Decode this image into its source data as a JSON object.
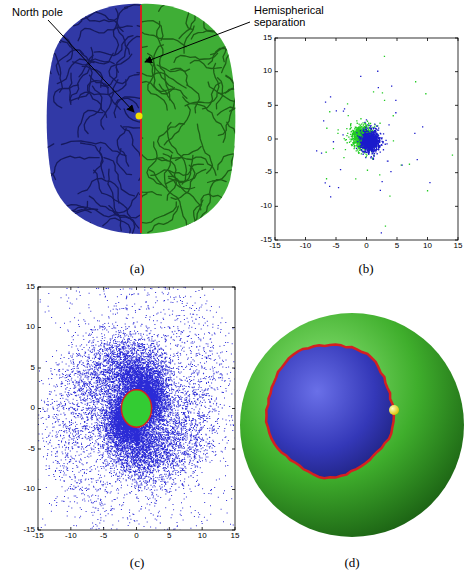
{
  "diagram": {
    "labels": [
      "North pole",
      "Hemispherical separation",
      "(a)",
      "(b)",
      "15",
      "10",
      "5",
      "0",
      "-5",
      "-10",
      "-15",
      "-15",
      "-10",
      "-5",
      "0",
      "5",
      "10",
      "15",
      "15",
      "10",
      "5",
      "0",
      "-5",
      "-10",
      "-15",
      "-15",
      "-10",
      "-5",
      "0",
      "5",
      "10",
      "15",
      "(c)",
      "(d)"
    ]
  }
}
